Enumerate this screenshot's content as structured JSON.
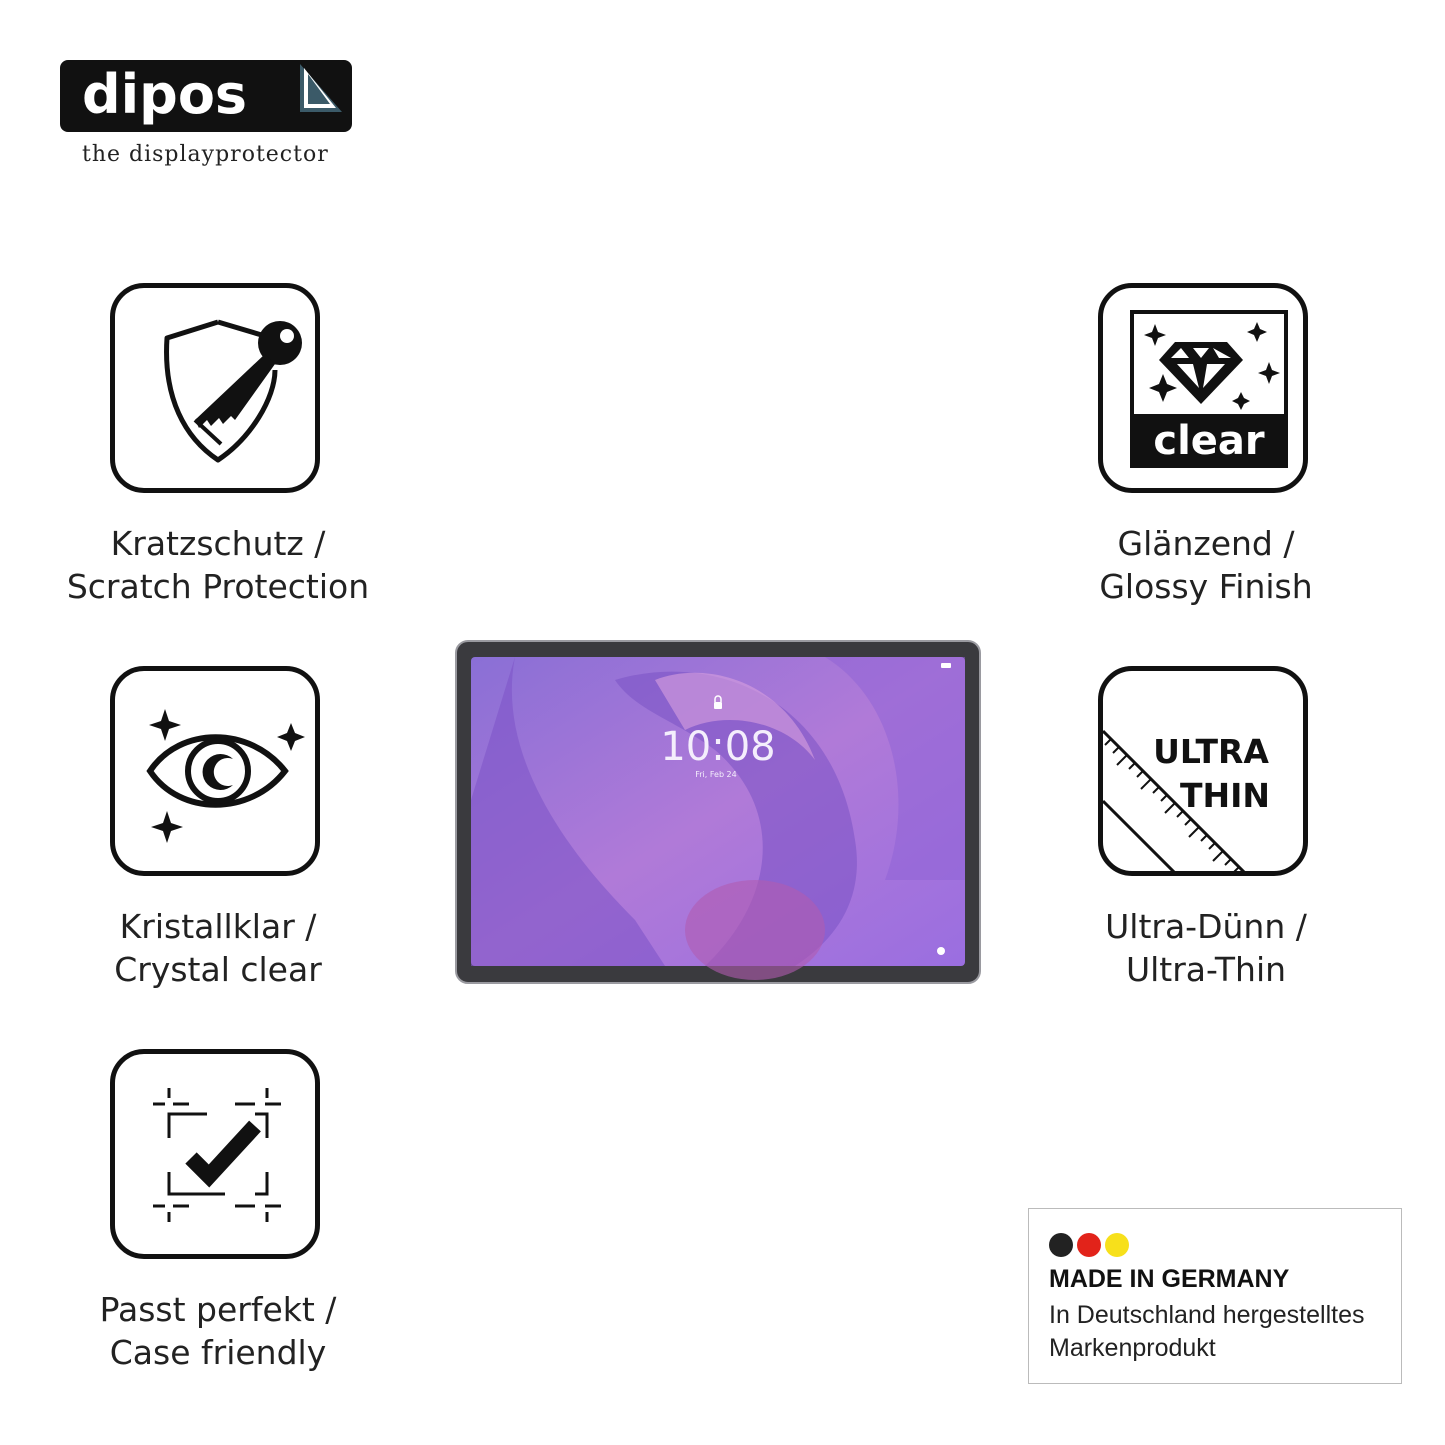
{
  "brand": {
    "name": "dipos",
    "tagline": "the displayprotector"
  },
  "features": [
    {
      "icon": "shield-key-icon",
      "line1": "Kratzschutz /",
      "line2": "Scratch Protection"
    },
    {
      "icon": "eye-sparkle-icon",
      "line1": "Kristallklar /",
      "line2": "Crystal clear"
    },
    {
      "icon": "checkmark-frame-icon",
      "line1": "Passt perfekt /",
      "line2": "Case friendly"
    },
    {
      "icon": "diamond-clear-icon",
      "icon_text": "clear",
      "line1": "Glänzend /",
      "line2": "Glossy Finish"
    },
    {
      "icon": "ruler-ultra-thin-icon",
      "icon_text_1": "ULTRA",
      "icon_text_2": "THIN",
      "line1": "Ultra-Dünn /",
      "line2": "Ultra-Thin"
    }
  ],
  "tablet": {
    "time": "10:08",
    "date": "Fri, Feb 24"
  },
  "badge": {
    "title": "MADE IN GERMANY",
    "line1": "In Deutschland hergestelltes",
    "line2": "Markenprodukt",
    "flag_colors": [
      "#222222",
      "#e2231a",
      "#f7e01b"
    ]
  }
}
